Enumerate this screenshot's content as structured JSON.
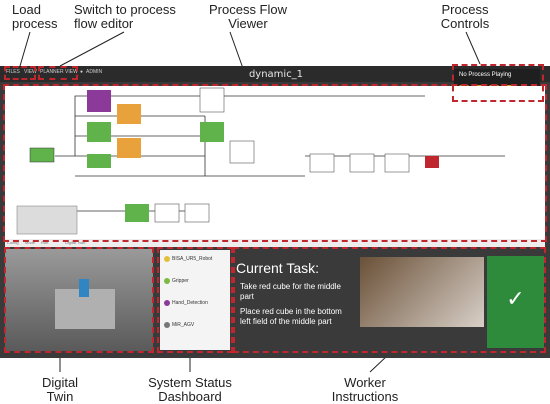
{
  "annotations": {
    "load_process": "Load\nprocess",
    "switch_editor": "Switch to process\nflow editor",
    "flow_viewer": "Process Flow\nViewer",
    "process_controls": "Process\nControls",
    "digital_twin": "Digital\nTwin",
    "status_dashboard": "System Status\nDashboard",
    "worker_instructions": "Worker\nInstructions"
  },
  "menubar": {
    "files": "FILES",
    "view": "VIEW",
    "planner_view": "PLANNER VIEW",
    "admin": "ADMIN"
  },
  "window_title": "dynamic_1",
  "process_controls": {
    "status": "No Process Playing"
  },
  "status_strip": {
    "items": [
      "Config",
      "Mode",
      "Run",
      "Digital Twin"
    ]
  },
  "system_status": {
    "items": [
      {
        "name": "BISA_UR5_Robot",
        "color": "#e3c03b"
      },
      {
        "name": "Gripper",
        "color": "#7cba42"
      },
      {
        "name": "Hand_Detection",
        "color": "#8c3a9a"
      },
      {
        "name": "MiR_AGV",
        "color": "#777777"
      }
    ]
  },
  "worker_instructions": {
    "heading": "Current Task:",
    "bullets": [
      "Take red cube for the middle part",
      "Place red cube in the bottom left field of the middle part"
    ],
    "confirm_symbol": "✓"
  },
  "colors": {
    "annotation_border": "#c0262e",
    "confirm_green": "#2e8b3c",
    "control_button": "#d2a32c"
  }
}
